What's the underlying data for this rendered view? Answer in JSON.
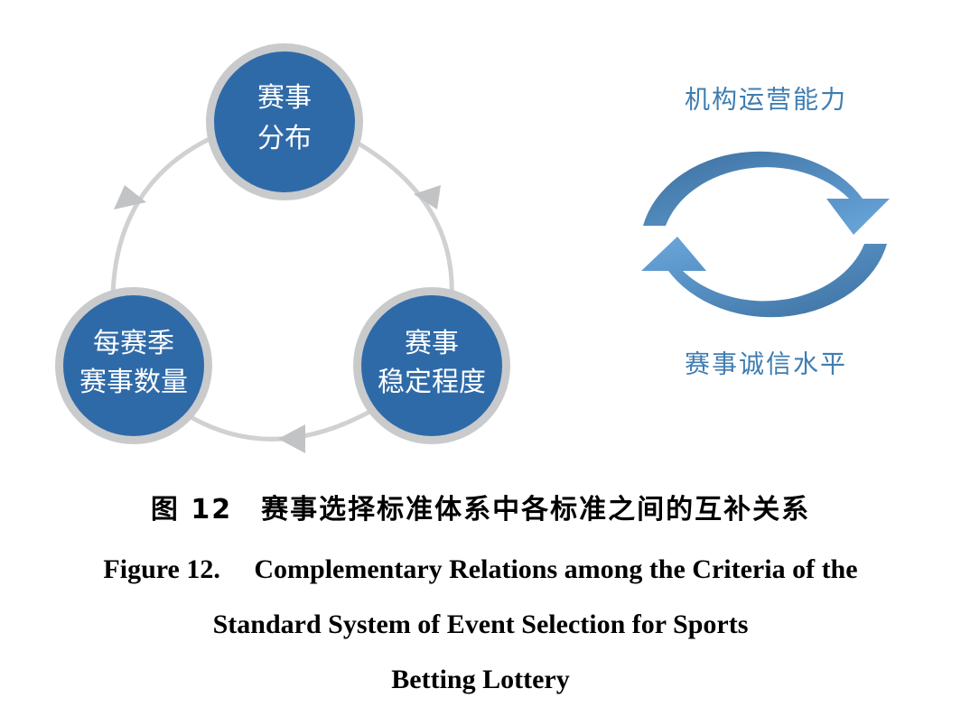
{
  "cycle": {
    "nodes": [
      {
        "lines": [
          "赛事",
          "分布"
        ]
      },
      {
        "lines": [
          "赛事",
          "稳定程度"
        ]
      },
      {
        "lines": [
          "每赛季",
          "赛事数量"
        ]
      }
    ]
  },
  "loop": {
    "top_label": "机构运营能力",
    "bottom_label": "赛事诚信水平"
  },
  "caption": {
    "cn": "图 12　赛事选择标准体系中各标准之间的互补关系",
    "en_lines": [
      "Figure 12.　 Complementary Relations among the Criteria of the",
      "Standard System of Event Selection for Sports",
      "Betting Lottery"
    ]
  },
  "colors": {
    "node_fill": "#2f6aa8",
    "node_ring": "#c9cacc",
    "cycle_arrow": "#d0d1d3",
    "loop_arrow_light": "#5f9fd6",
    "loop_arrow_dark": "#3c6f9f",
    "loop_label": "#3f7db0"
  }
}
